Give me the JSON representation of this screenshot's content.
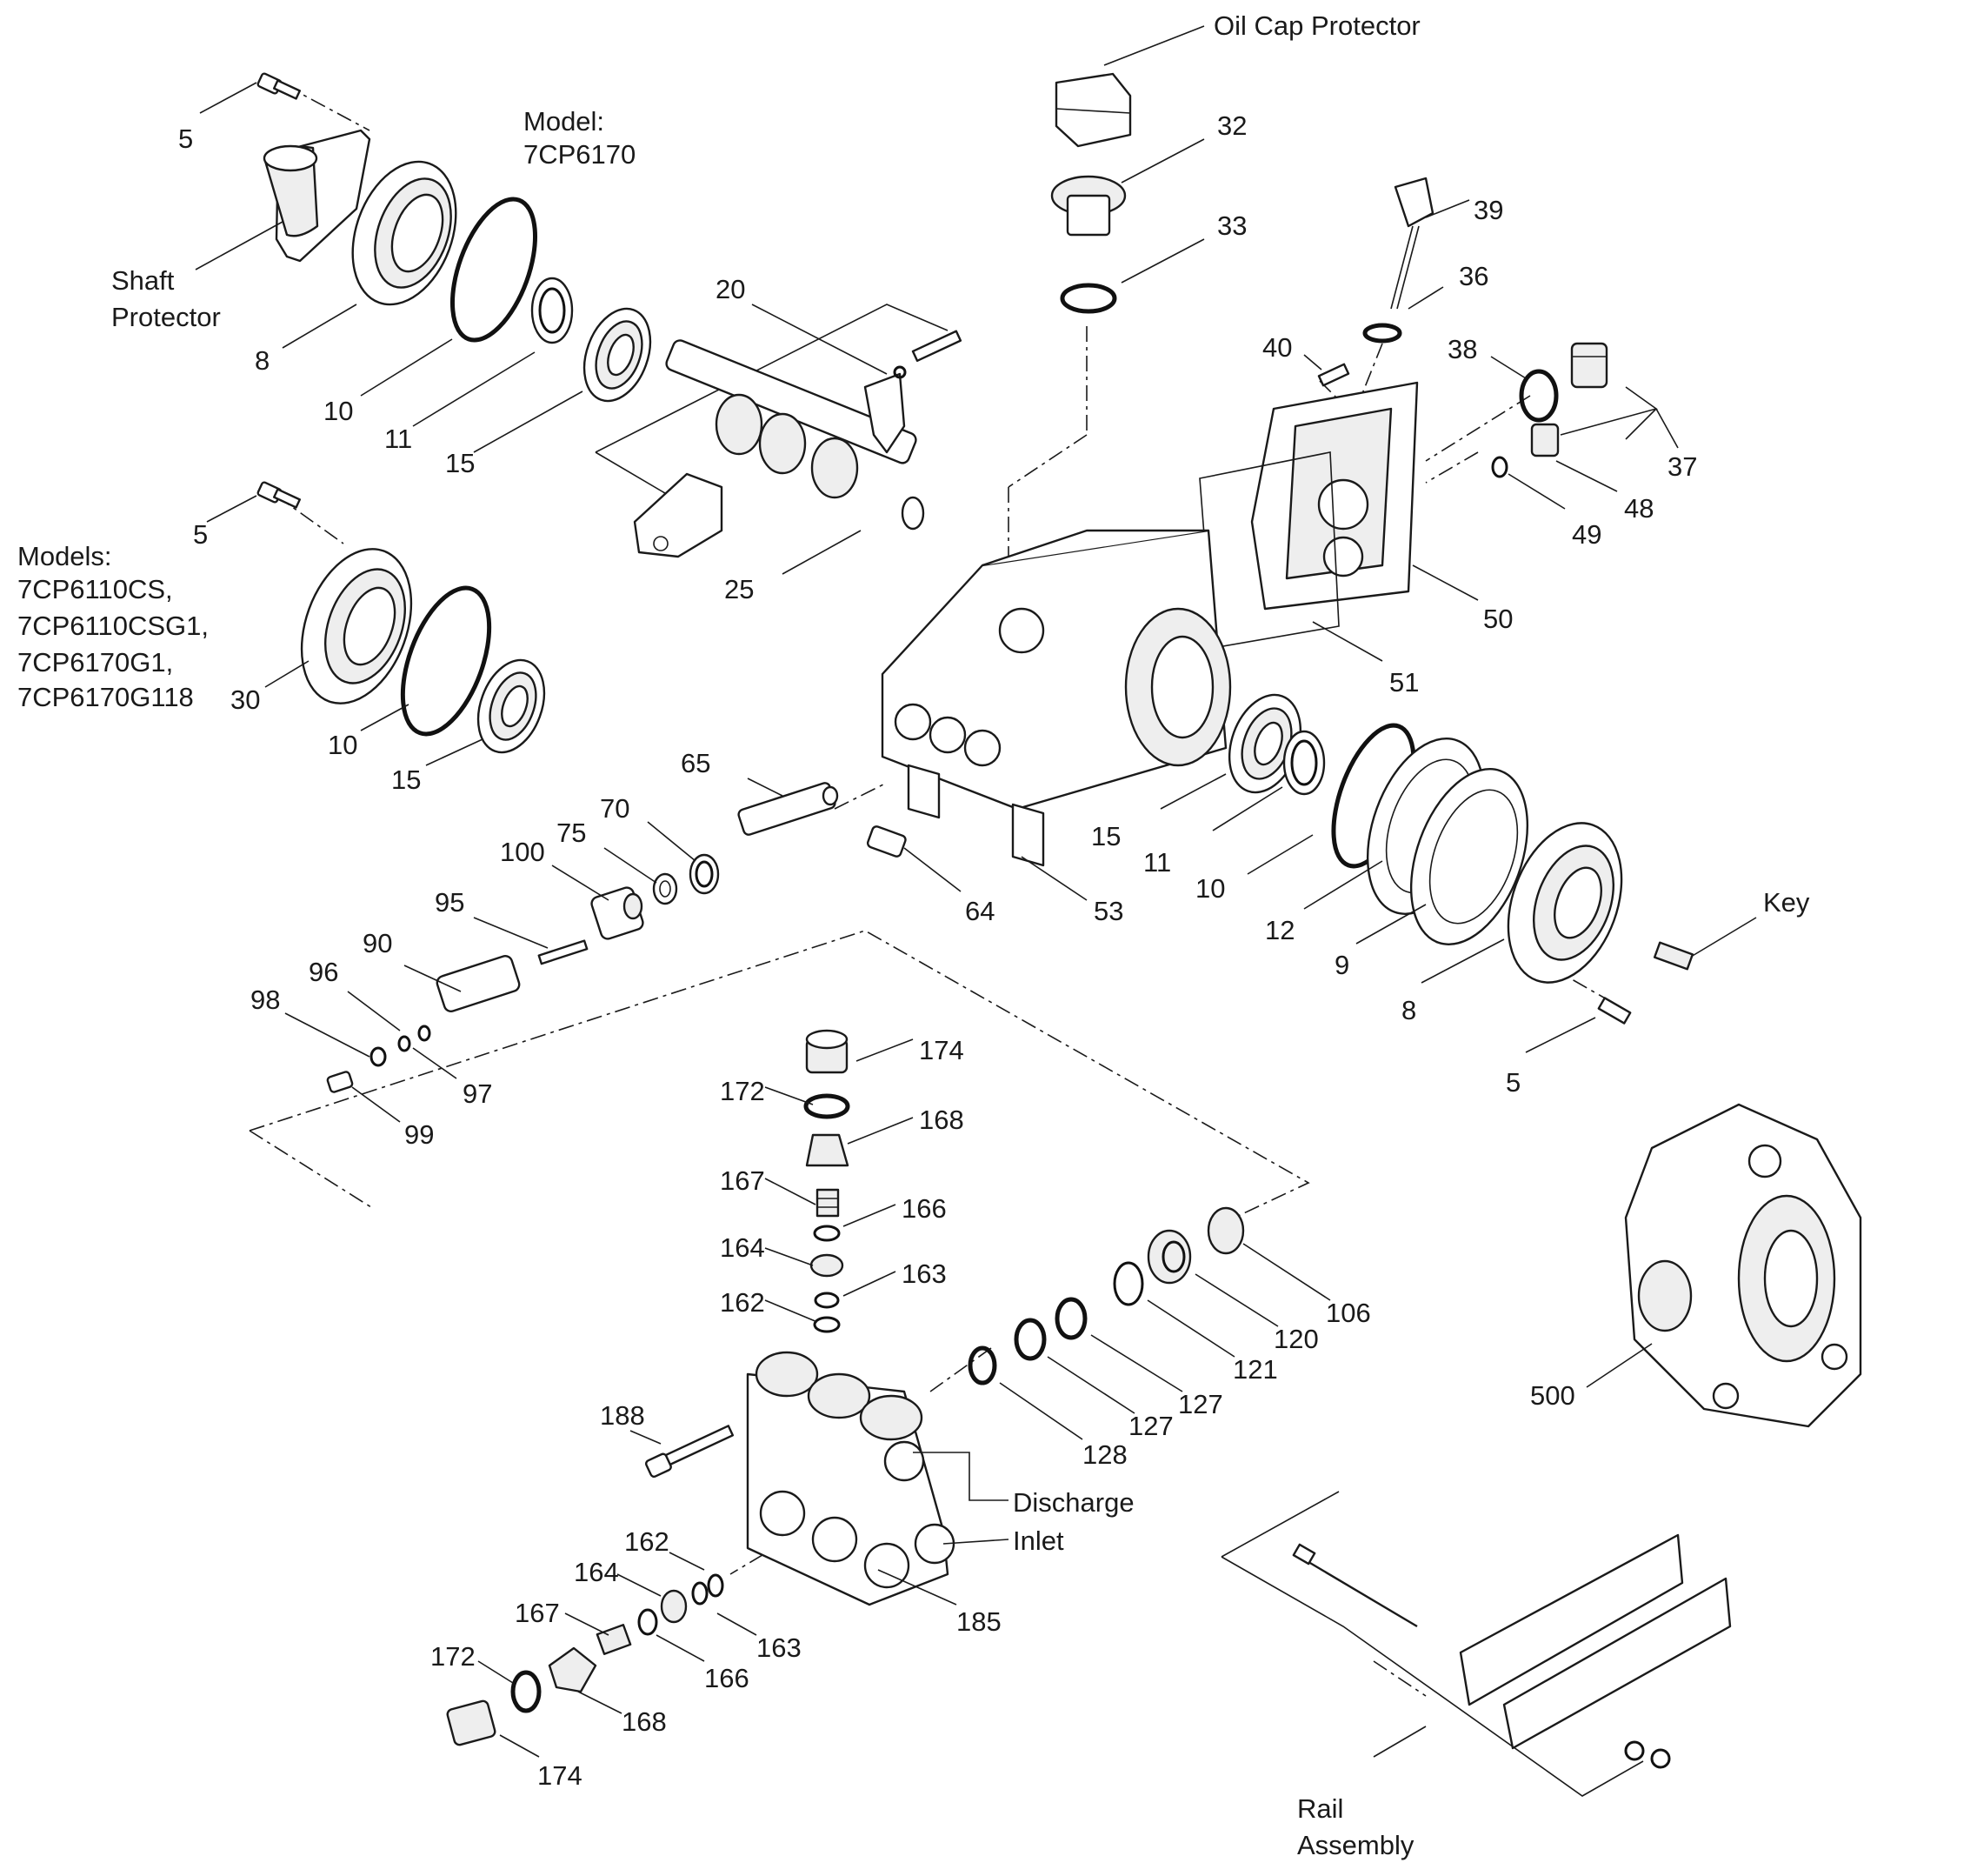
{
  "labels": {
    "oil_cap_protector": "Oil Cap Protector",
    "model_line1": "Model:",
    "model_line2": "7CP6170",
    "shaft_protector_line1": "Shaft",
    "shaft_protector_line2": "Protector",
    "models_line1": "Models:",
    "models_line2": "7CP6110CS,",
    "models_line3": "7CP6110CSG1,",
    "models_line4": "7CP6170G1,",
    "models_line5": "7CP6170G118",
    "key": "Key",
    "discharge": "Discharge",
    "inlet": "Inlet",
    "rail_line1": "Rail",
    "rail_line2": "Assembly"
  },
  "parts": {
    "p5a": "5",
    "p8a": "8",
    "p10a": "10",
    "p11a": "11",
    "p15a": "15",
    "p20": "20",
    "p25": "25",
    "p5b": "5",
    "p30": "30",
    "p10b": "10",
    "p15b": "15",
    "p32": "32",
    "p33": "33",
    "p39": "39",
    "p36": "36",
    "p40": "40",
    "p38": "38",
    "p37": "37",
    "p48": "48",
    "p49": "49",
    "p50": "50",
    "p51": "51",
    "p65": "65",
    "p70": "70",
    "p75": "75",
    "p100": "100",
    "p95": "95",
    "p90": "90",
    "p96": "96",
    "p98": "98",
    "p97": "97",
    "p99": "99",
    "p64": "64",
    "p53": "53",
    "p15c": "15",
    "p11c": "11",
    "p10c": "10",
    "p12": "12",
    "p9": "9",
    "p8b": "8",
    "p5c": "5",
    "p174a": "174",
    "p172a": "172",
    "p168a": "168",
    "p167a": "167",
    "p166a": "166",
    "p164a": "164",
    "p163a": "163",
    "p162a": "162",
    "p106": "106",
    "p120": "120",
    "p121": "121",
    "p127a": "127",
    "p127b": "127",
    "p128": "128",
    "p188": "188",
    "p185": "185",
    "p162b": "162",
    "p164b": "164",
    "p163b": "163",
    "p167b": "167",
    "p166b": "166",
    "p172b": "172",
    "p168b": "168",
    "p174b": "174",
    "p500": "500"
  }
}
